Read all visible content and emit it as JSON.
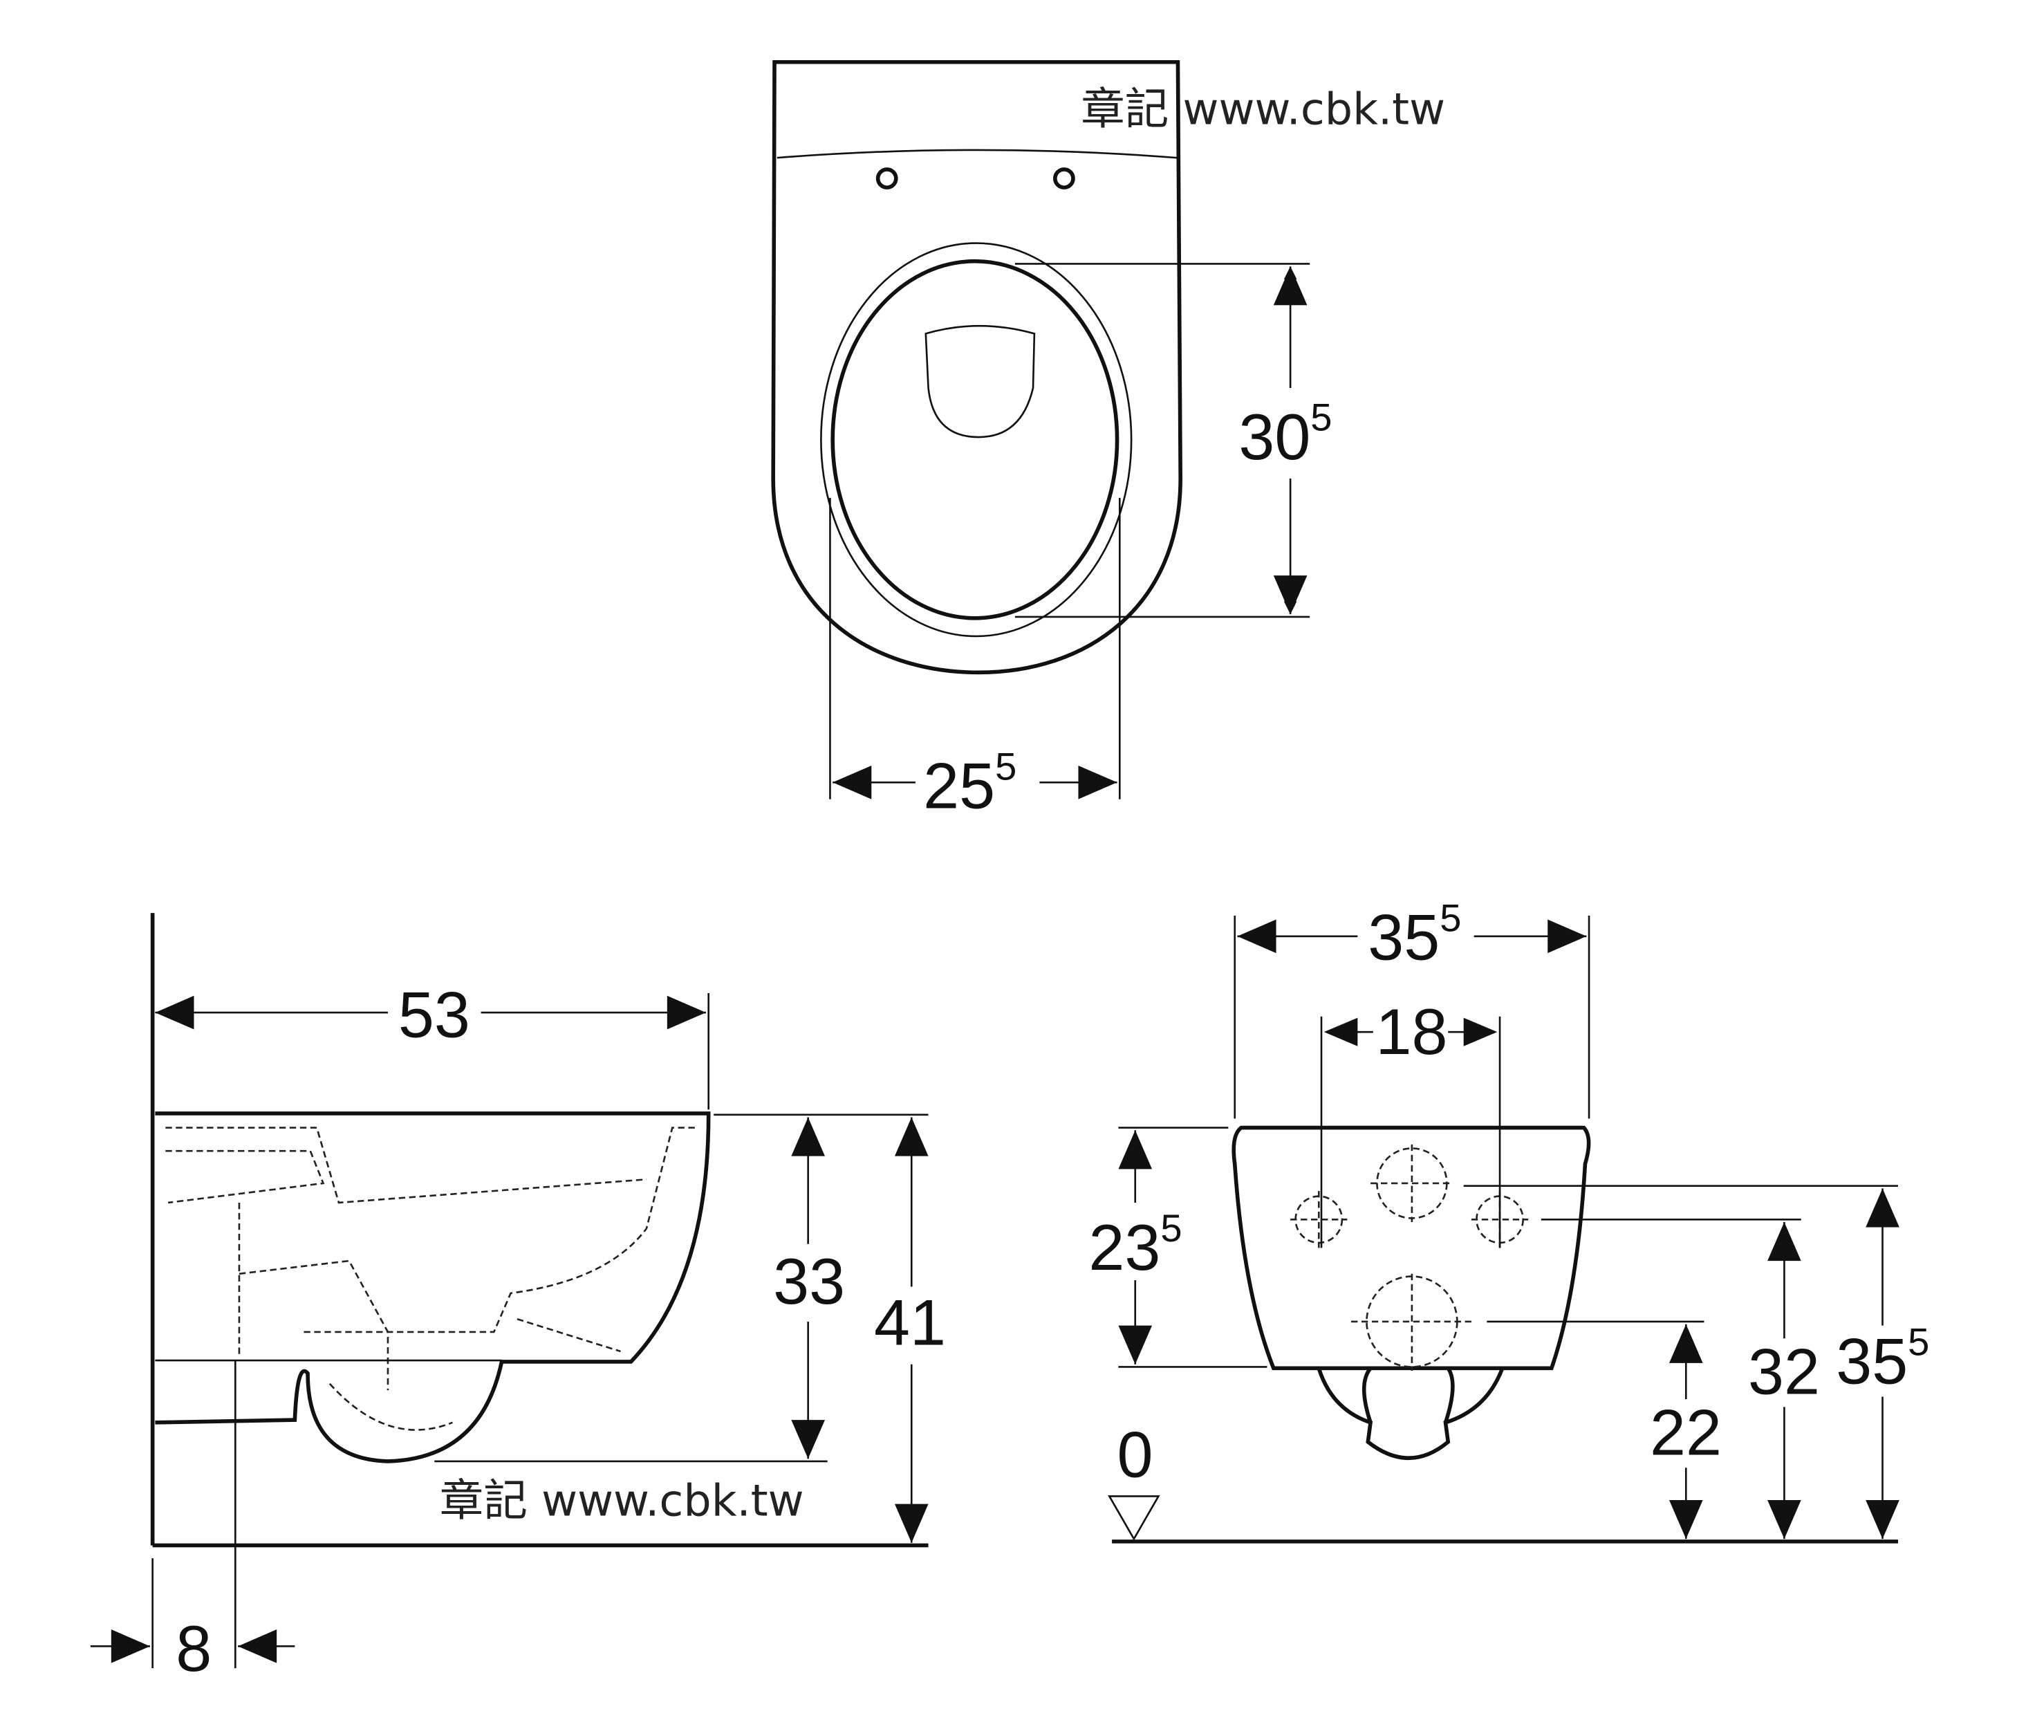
{
  "watermark": "章記 www.cbk.tw",
  "top_view": {
    "seat_depth": {
      "main": "30",
      "sup": "5"
    },
    "seat_width": {
      "main": "25",
      "sup": "5"
    }
  },
  "side_view": {
    "length": "53",
    "rim_to_bottom": "33",
    "total_height": "41",
    "wall_offset": "8"
  },
  "front_view": {
    "width": {
      "main": "35",
      "sup": "5"
    },
    "bolt_spacing": "18",
    "body_height": {
      "main": "23",
      "sup": "5"
    },
    "floor_level": "0",
    "outlet_height": "22",
    "bolt_height": "32",
    "top_height": {
      "main": "35",
      "sup": "5"
    }
  }
}
